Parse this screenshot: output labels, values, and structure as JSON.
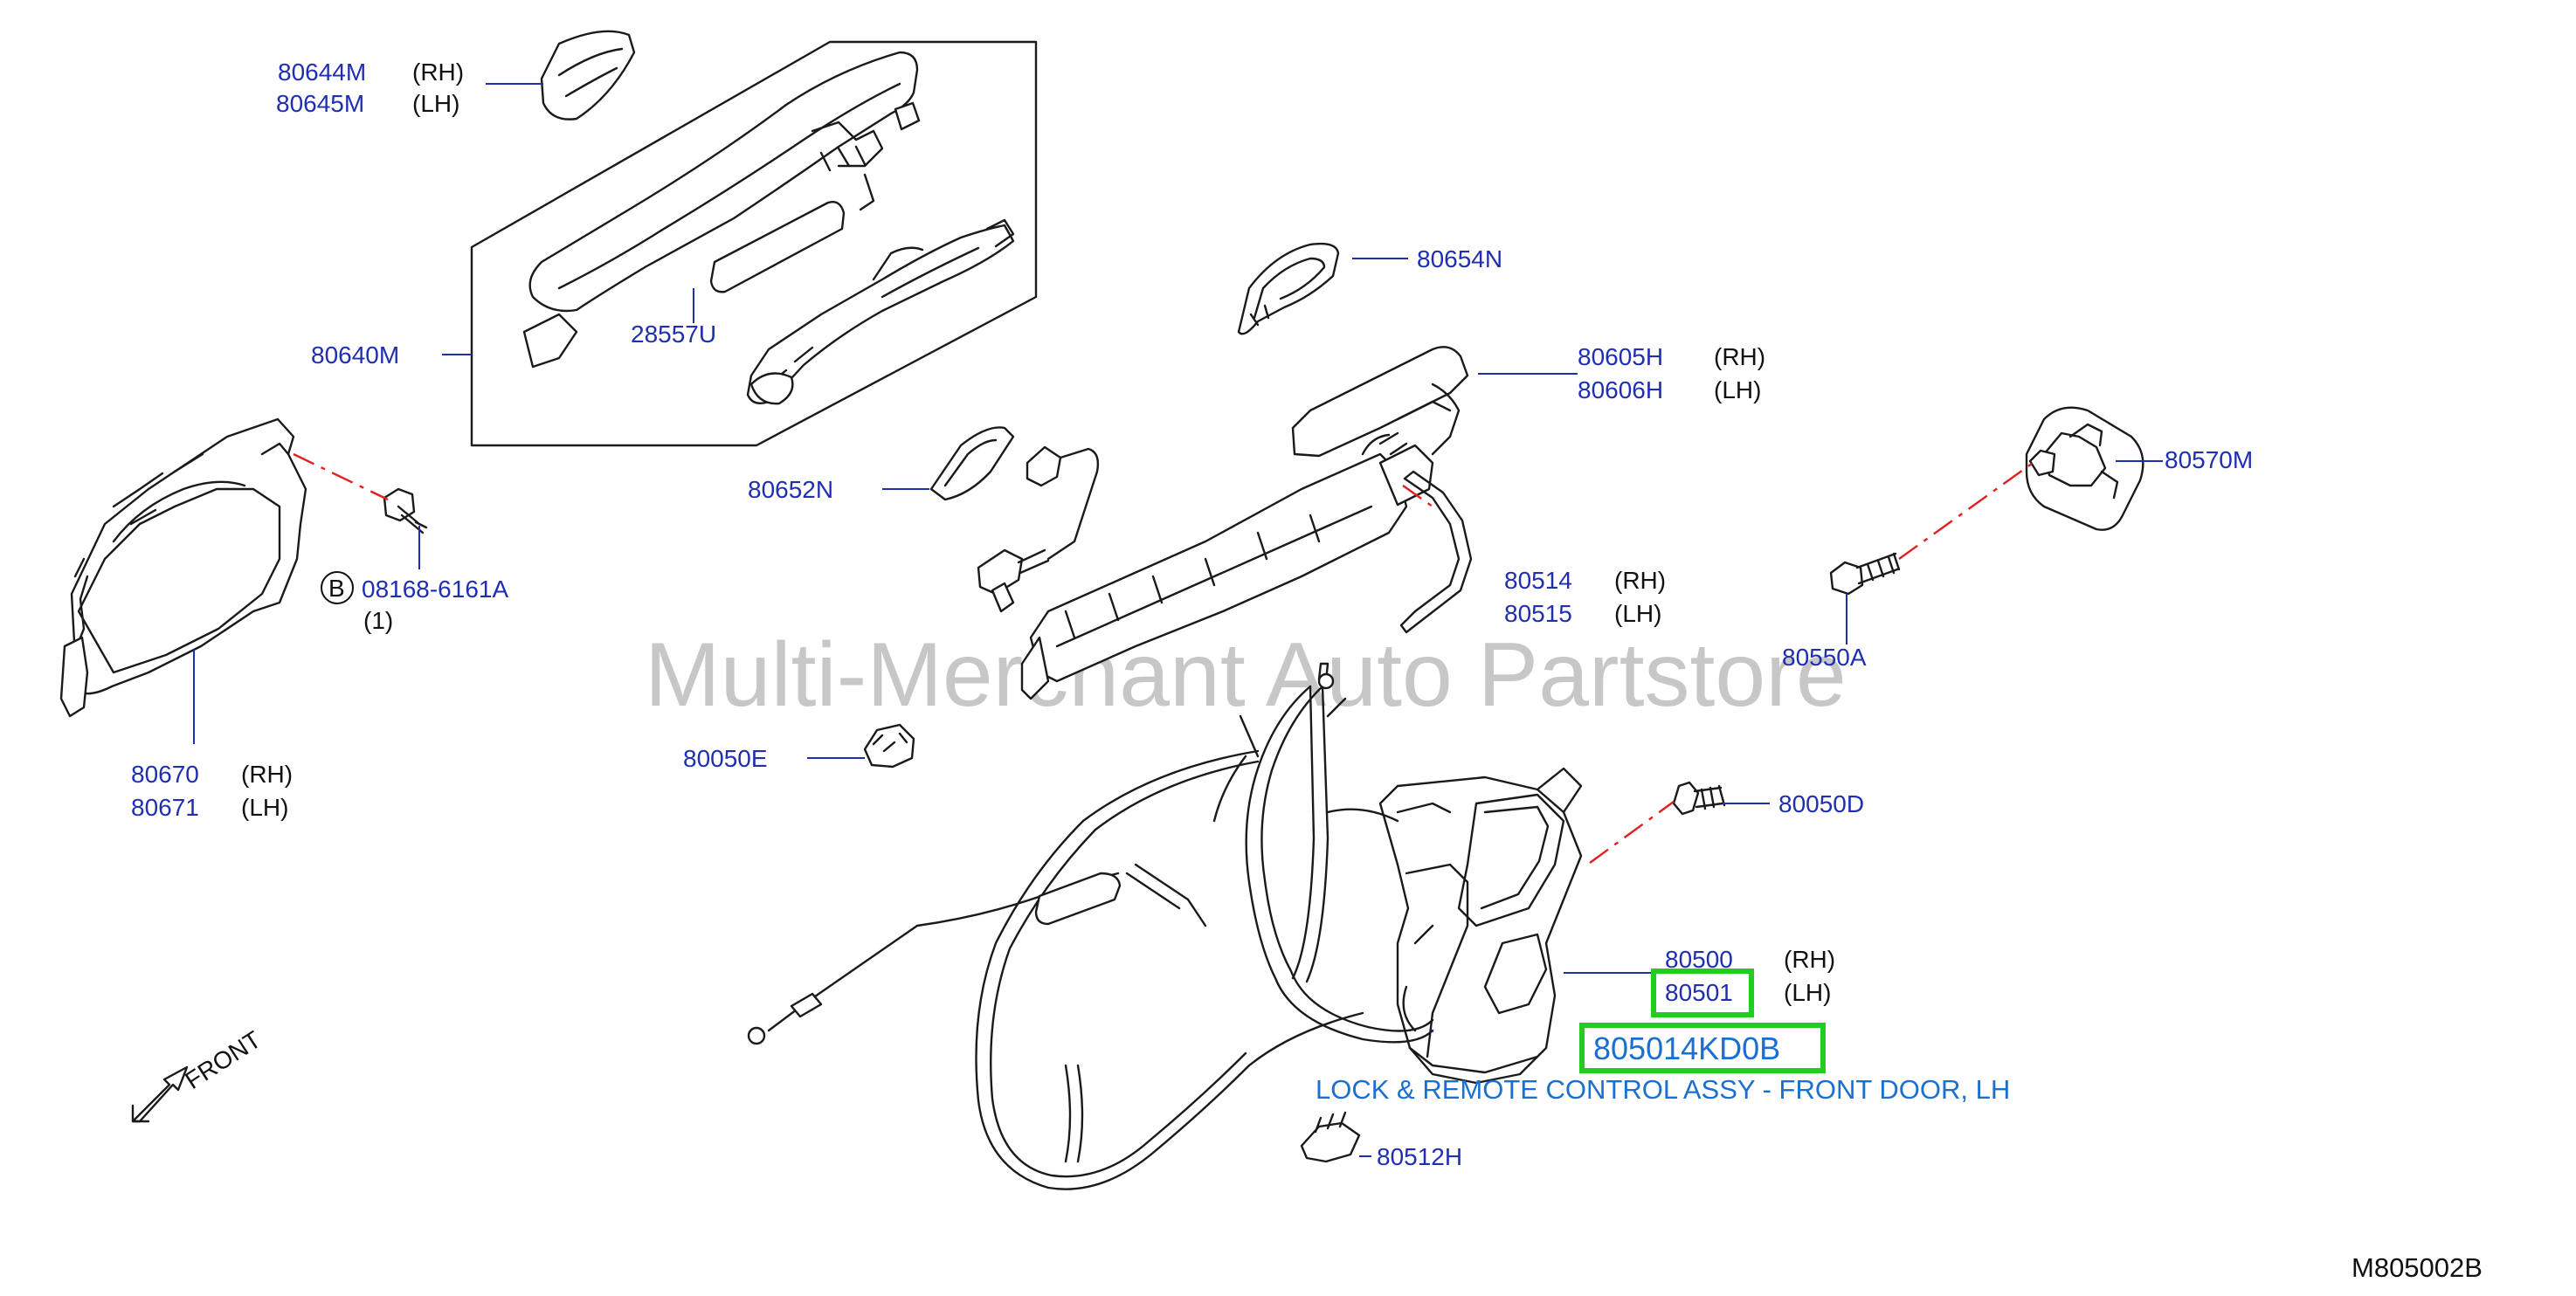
{
  "watermark": "Multi-Merchant Auto Partstore",
  "diagram_code": "M805002B",
  "direction_label": "FRONT",
  "circled_b": "B",
  "highlighted": {
    "part_number": "805014KD0B",
    "description": "LOCK & REMOTE CONTROL ASSY - FRONT DOOR, LH"
  },
  "side_labels": {
    "rh": "(RH)",
    "lh": "(LH)"
  },
  "callouts": {
    "p80644M": "80644M",
    "p80645M": "80645M",
    "p80640M": "80640M",
    "p28557U": "28557U",
    "p80654N": "80654N",
    "p80605H": "80605H",
    "p80606H": "80606H",
    "p80570M": "80570M",
    "p80652N": "80652N",
    "p08168": "08168-6161A",
    "p08168_qty": "(1)",
    "p80514": "80514",
    "p80515": "80515",
    "p80550A": "80550A",
    "p80670": "80670",
    "p80671": "80671",
    "p80050E": "80050E",
    "p80050D": "80050D",
    "p80500": "80500",
    "p80501": "80501",
    "p80512H": "80512H"
  }
}
